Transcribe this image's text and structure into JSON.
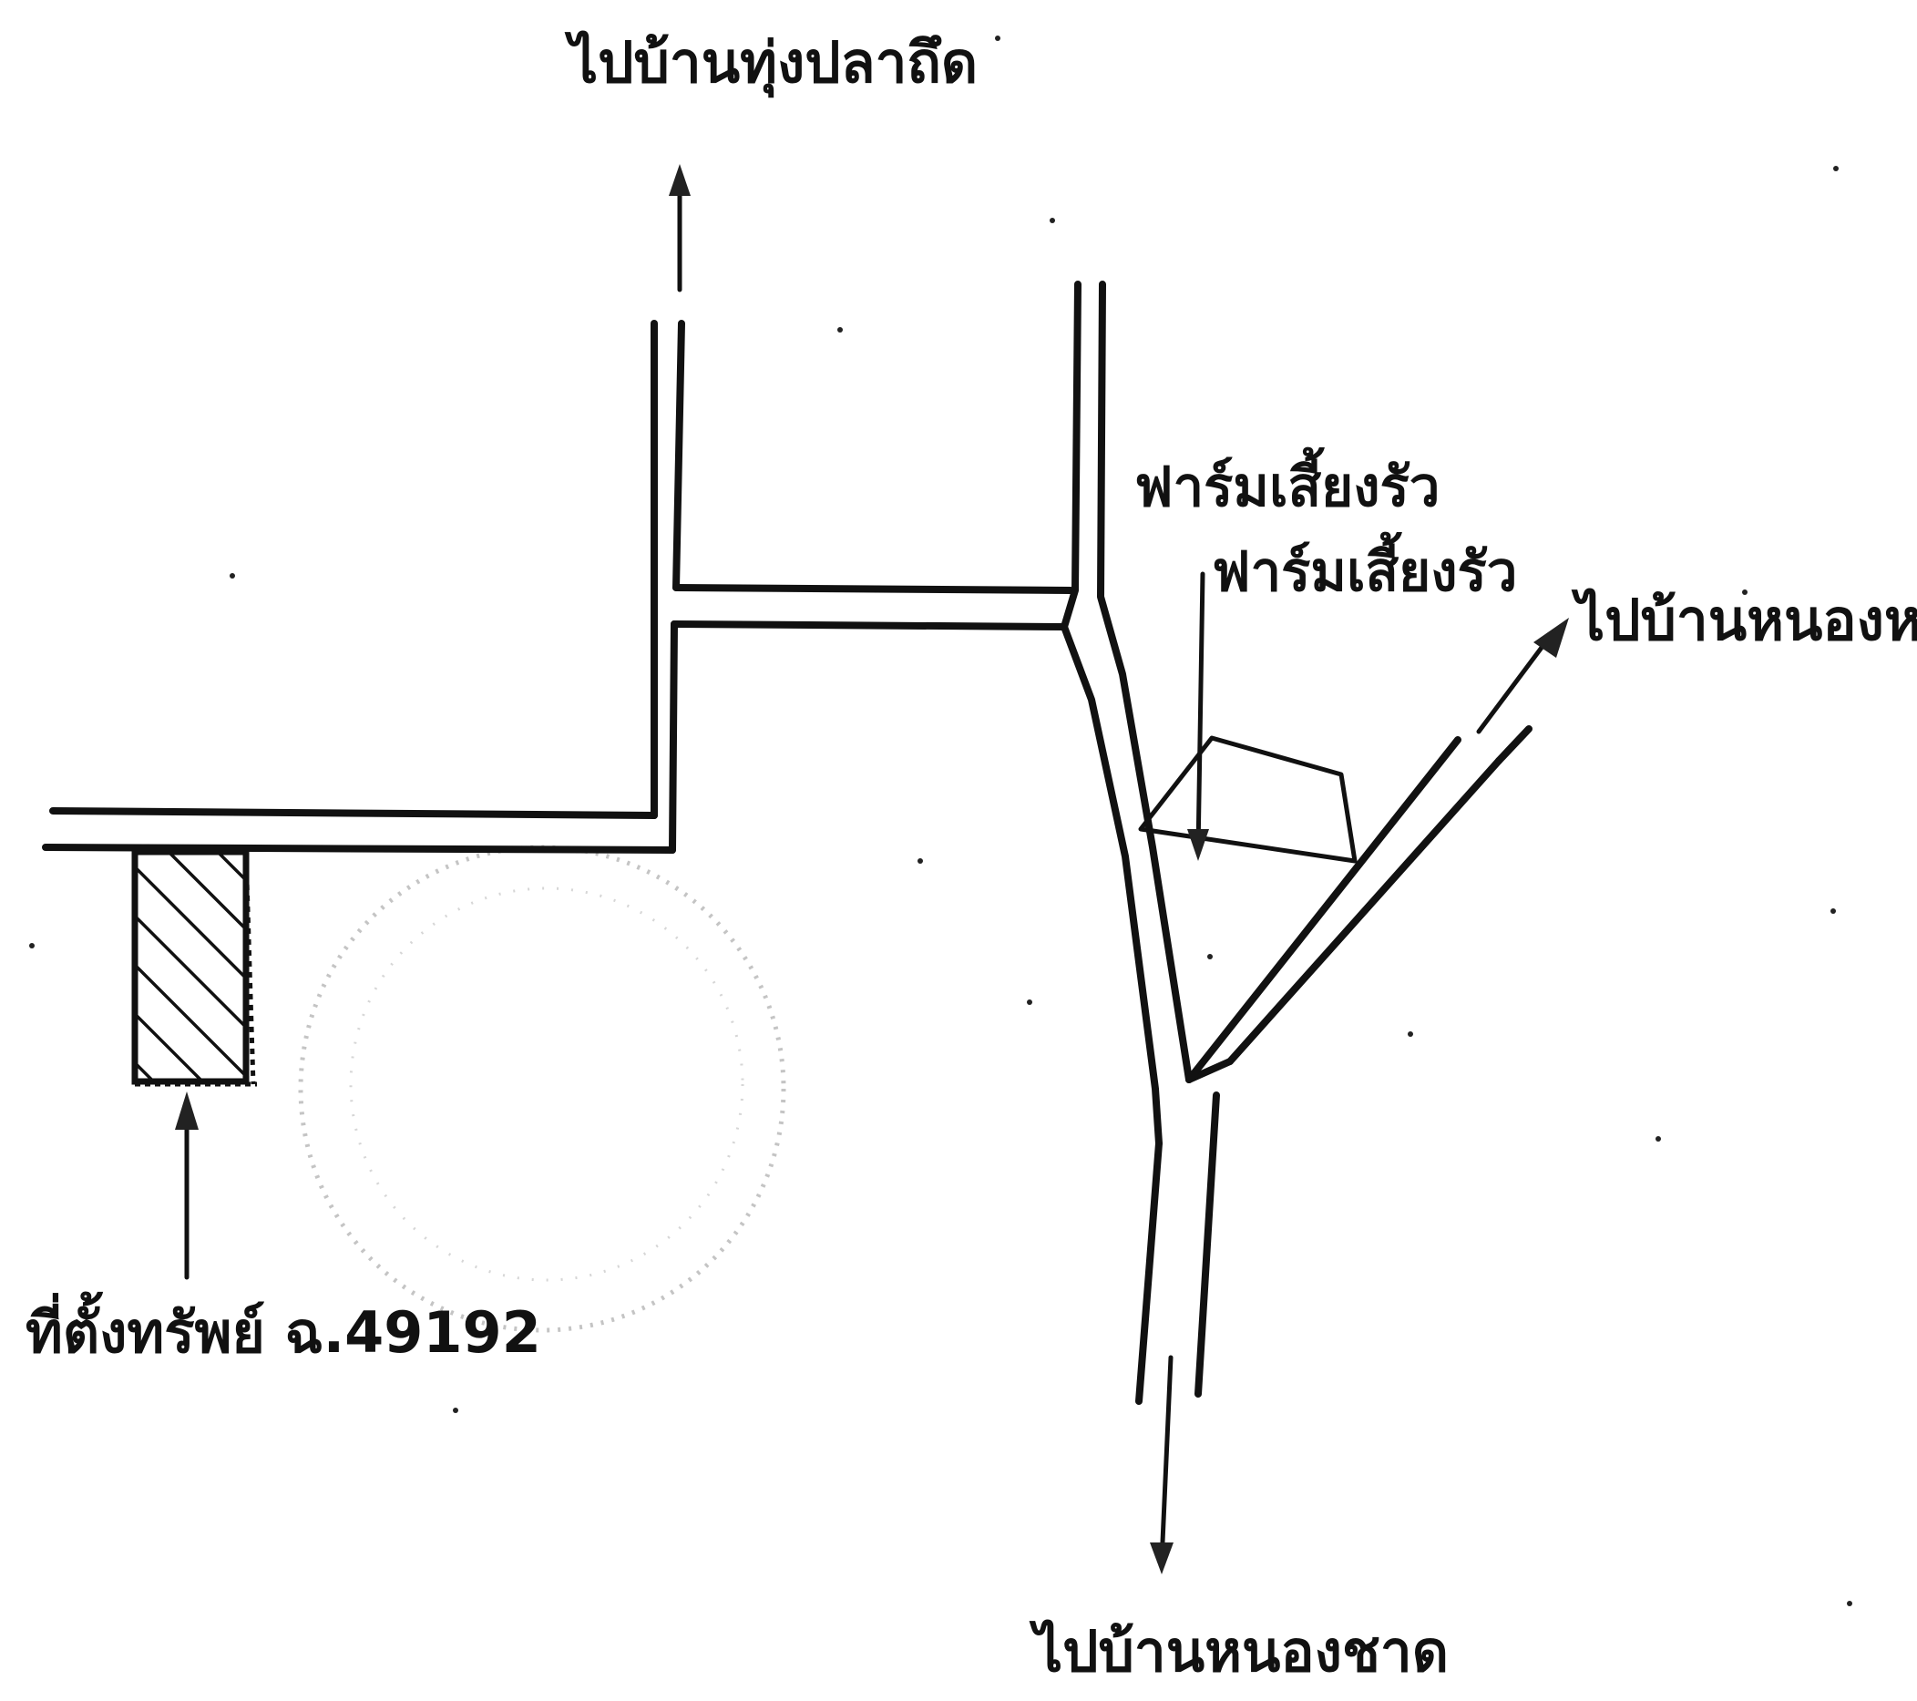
{
  "map": {
    "labels": {
      "north_destination": "ไปบ้านทุ่งปลาถึด",
      "farm_name_1": "ฟาร์มเสี้ยงรัว",
      "farm_name_2": "ฟาร์มเสี้ยงรัว",
      "east_destination": "ไปบ้านหนองหว้า",
      "property_location": "ที่ตั้งทรัพย์ ฉ.49192",
      "south_destination": "ไปบ้านหนองชาด"
    },
    "colors": {
      "ink": "#111111",
      "paper": "#ffffff",
      "faint_stamp": "#bdbdbd"
    }
  }
}
